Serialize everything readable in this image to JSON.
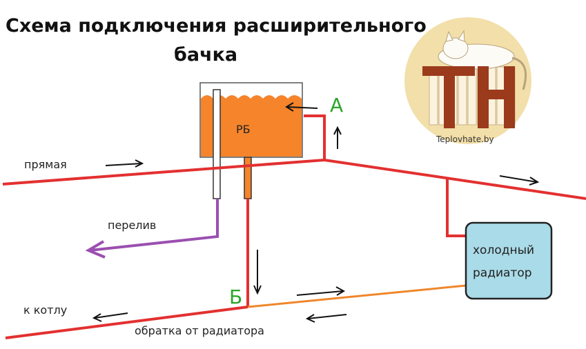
{
  "title": {
    "line1": "Схема подключения расширительного",
    "line2": "бачка"
  },
  "labels": {
    "supply": "прямая",
    "overflow": "перелив",
    "to_boiler": "к котлу",
    "return": "обратка от радиатора",
    "tank": "РБ",
    "point_a": "А",
    "point_b": "Б",
    "radiator_line1": "холодный",
    "radiator_line2": "радиатор"
  },
  "logo": {
    "text": "Teplovhate.by",
    "colors": {
      "circle": "#f2dfa9",
      "letters": "#9c3a1c"
    }
  },
  "colors": {
    "pipe_red": "#e33030",
    "pipe_orange": "#f0862a",
    "overflow_purple": "#9b4fb0",
    "tank_fill": "#f5842b",
    "radiator_fill": "#a9dbe8",
    "point_label": "#2aa52a"
  }
}
